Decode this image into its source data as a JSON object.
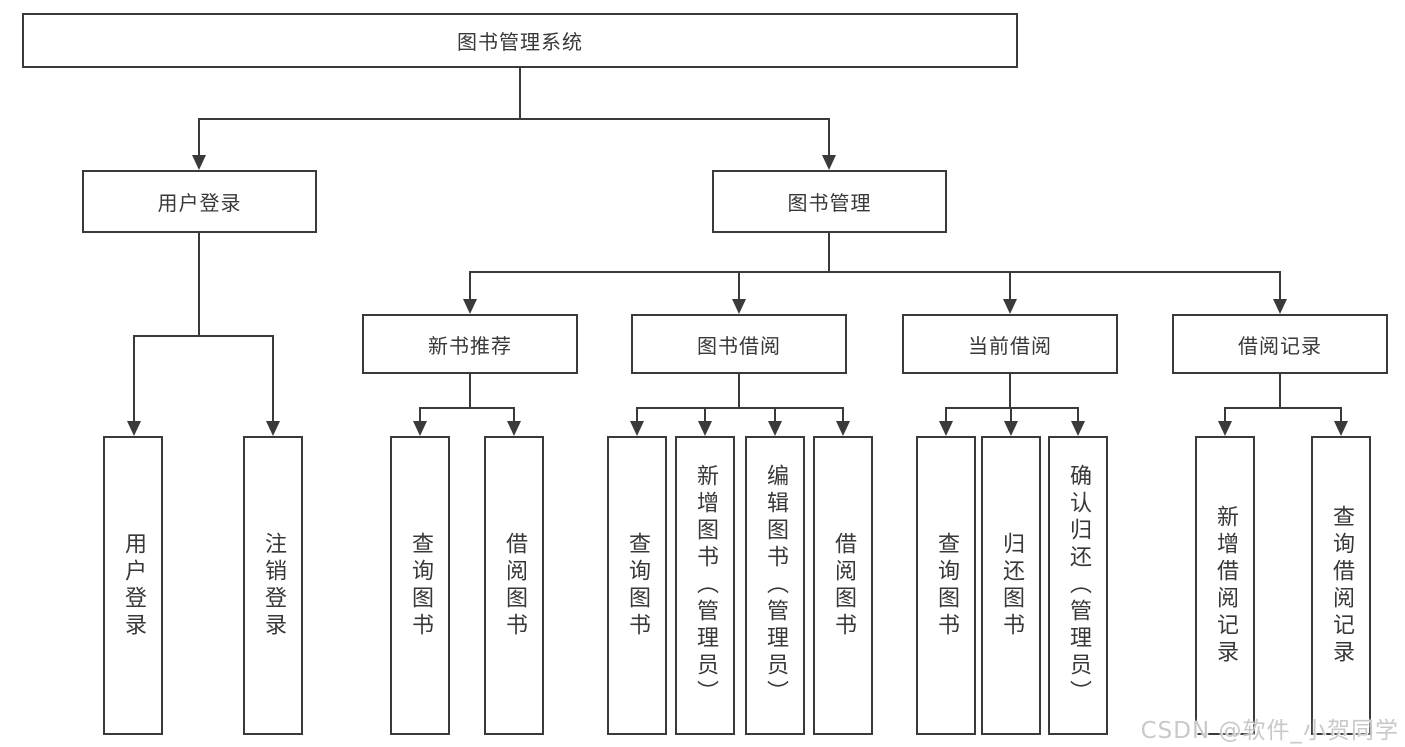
{
  "diagram": {
    "title": "图书管理系统",
    "level2": {
      "user_login": "用户登录",
      "book_mgmt": "图书管理"
    },
    "level3": {
      "new_books": "新书推荐",
      "borrowing": "图书借阅",
      "current": "当前借阅",
      "records": "借阅记录"
    },
    "leaves": {
      "user_login": "用户登录",
      "user_logout": "注销登录",
      "rec_query_books": "查询图书",
      "rec_borrow_books": "借阅图书",
      "bor_query_books": "查询图书",
      "bor_add_books": "新增图书（管理员）",
      "bor_edit_books": "编辑图书（管理员）",
      "bor_borrow_books": "借阅图书",
      "cur_query_books": "查询图书",
      "cur_return_books": "归还图书",
      "cur_confirm_return": "确认归还（管理员）",
      "recd_add_record": "新增借阅记录",
      "recd_query_record": "查询借阅记录"
    }
  },
  "colors": {
    "line": "#3a3a3a",
    "box_border": "#3a3a3a",
    "text": "#383838",
    "background": "#ffffff",
    "watermark": "#c9c9c9"
  },
  "watermark": "CSDN @软件_小贺同学"
}
